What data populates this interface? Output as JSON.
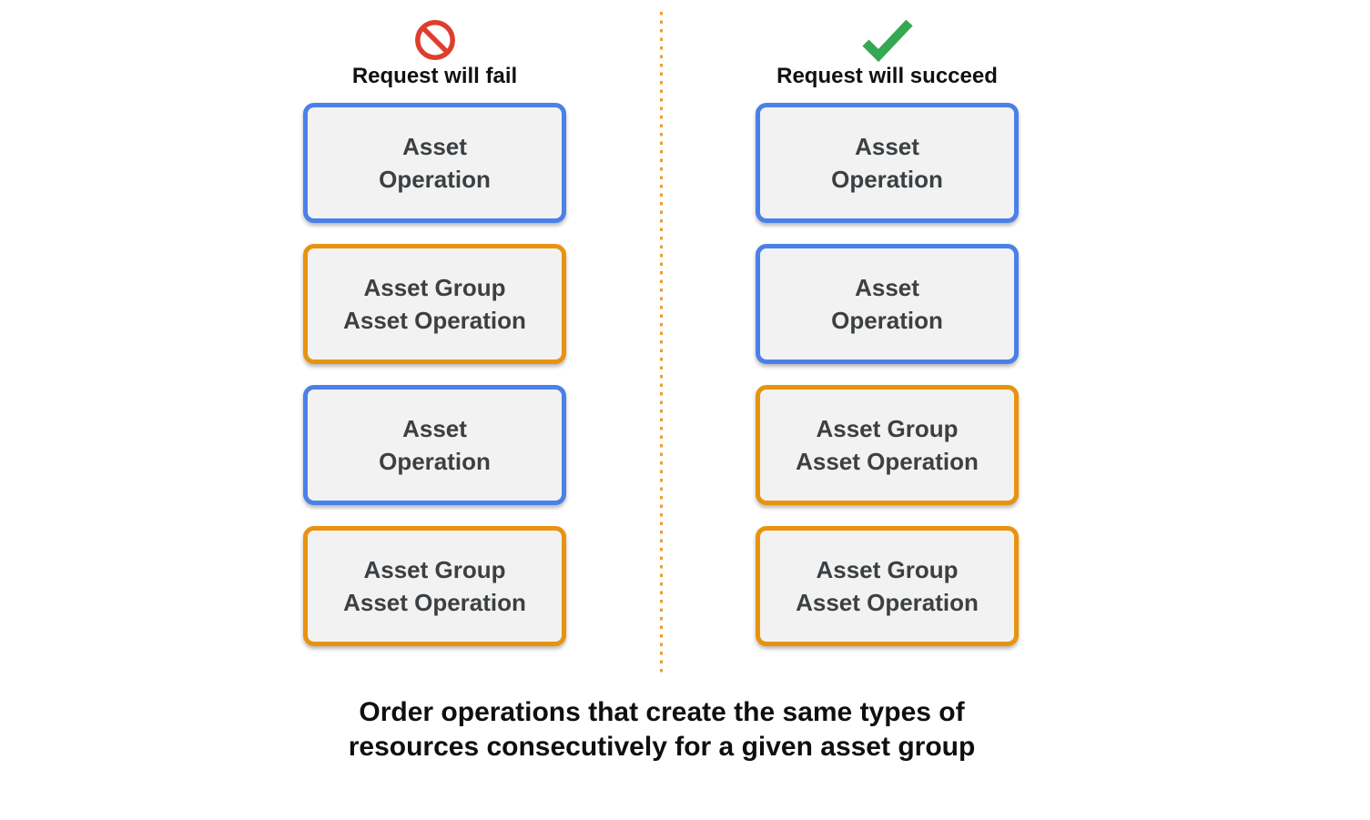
{
  "columns": [
    {
      "id": "fail",
      "icon": "prohibition-icon",
      "header": "Request will fail",
      "boxes": [
        {
          "type": "asset",
          "line1": "Asset",
          "line2": "Operation"
        },
        {
          "type": "asset-group",
          "line1": "Asset Group",
          "line2": "Asset Operation"
        },
        {
          "type": "asset",
          "line1": "Asset",
          "line2": "Operation"
        },
        {
          "type": "asset-group",
          "line1": "Asset Group",
          "line2": "Asset Operation"
        }
      ]
    },
    {
      "id": "succeed",
      "icon": "check-icon",
      "header": "Request will succeed",
      "boxes": [
        {
          "type": "asset",
          "line1": "Asset",
          "line2": "Operation"
        },
        {
          "type": "asset",
          "line1": "Asset",
          "line2": "Operation"
        },
        {
          "type": "asset-group",
          "line1": "Asset Group",
          "line2": "Asset Operation"
        },
        {
          "type": "asset-group",
          "line1": "Asset Group",
          "line2": "Asset Operation"
        }
      ]
    }
  ],
  "caption": {
    "line1": "Order operations that create the same types of",
    "line2": "resources consecutively for a given asset group"
  },
  "colors": {
    "asset_border": "#4A80E8",
    "asset_group_border": "#E8930F",
    "box_bg": "#F2F2F2",
    "box_text": "#3C4043",
    "fail_icon": "#DE3E2D",
    "success_icon": "#34A853",
    "divider_dot": "#ED9E2F"
  }
}
